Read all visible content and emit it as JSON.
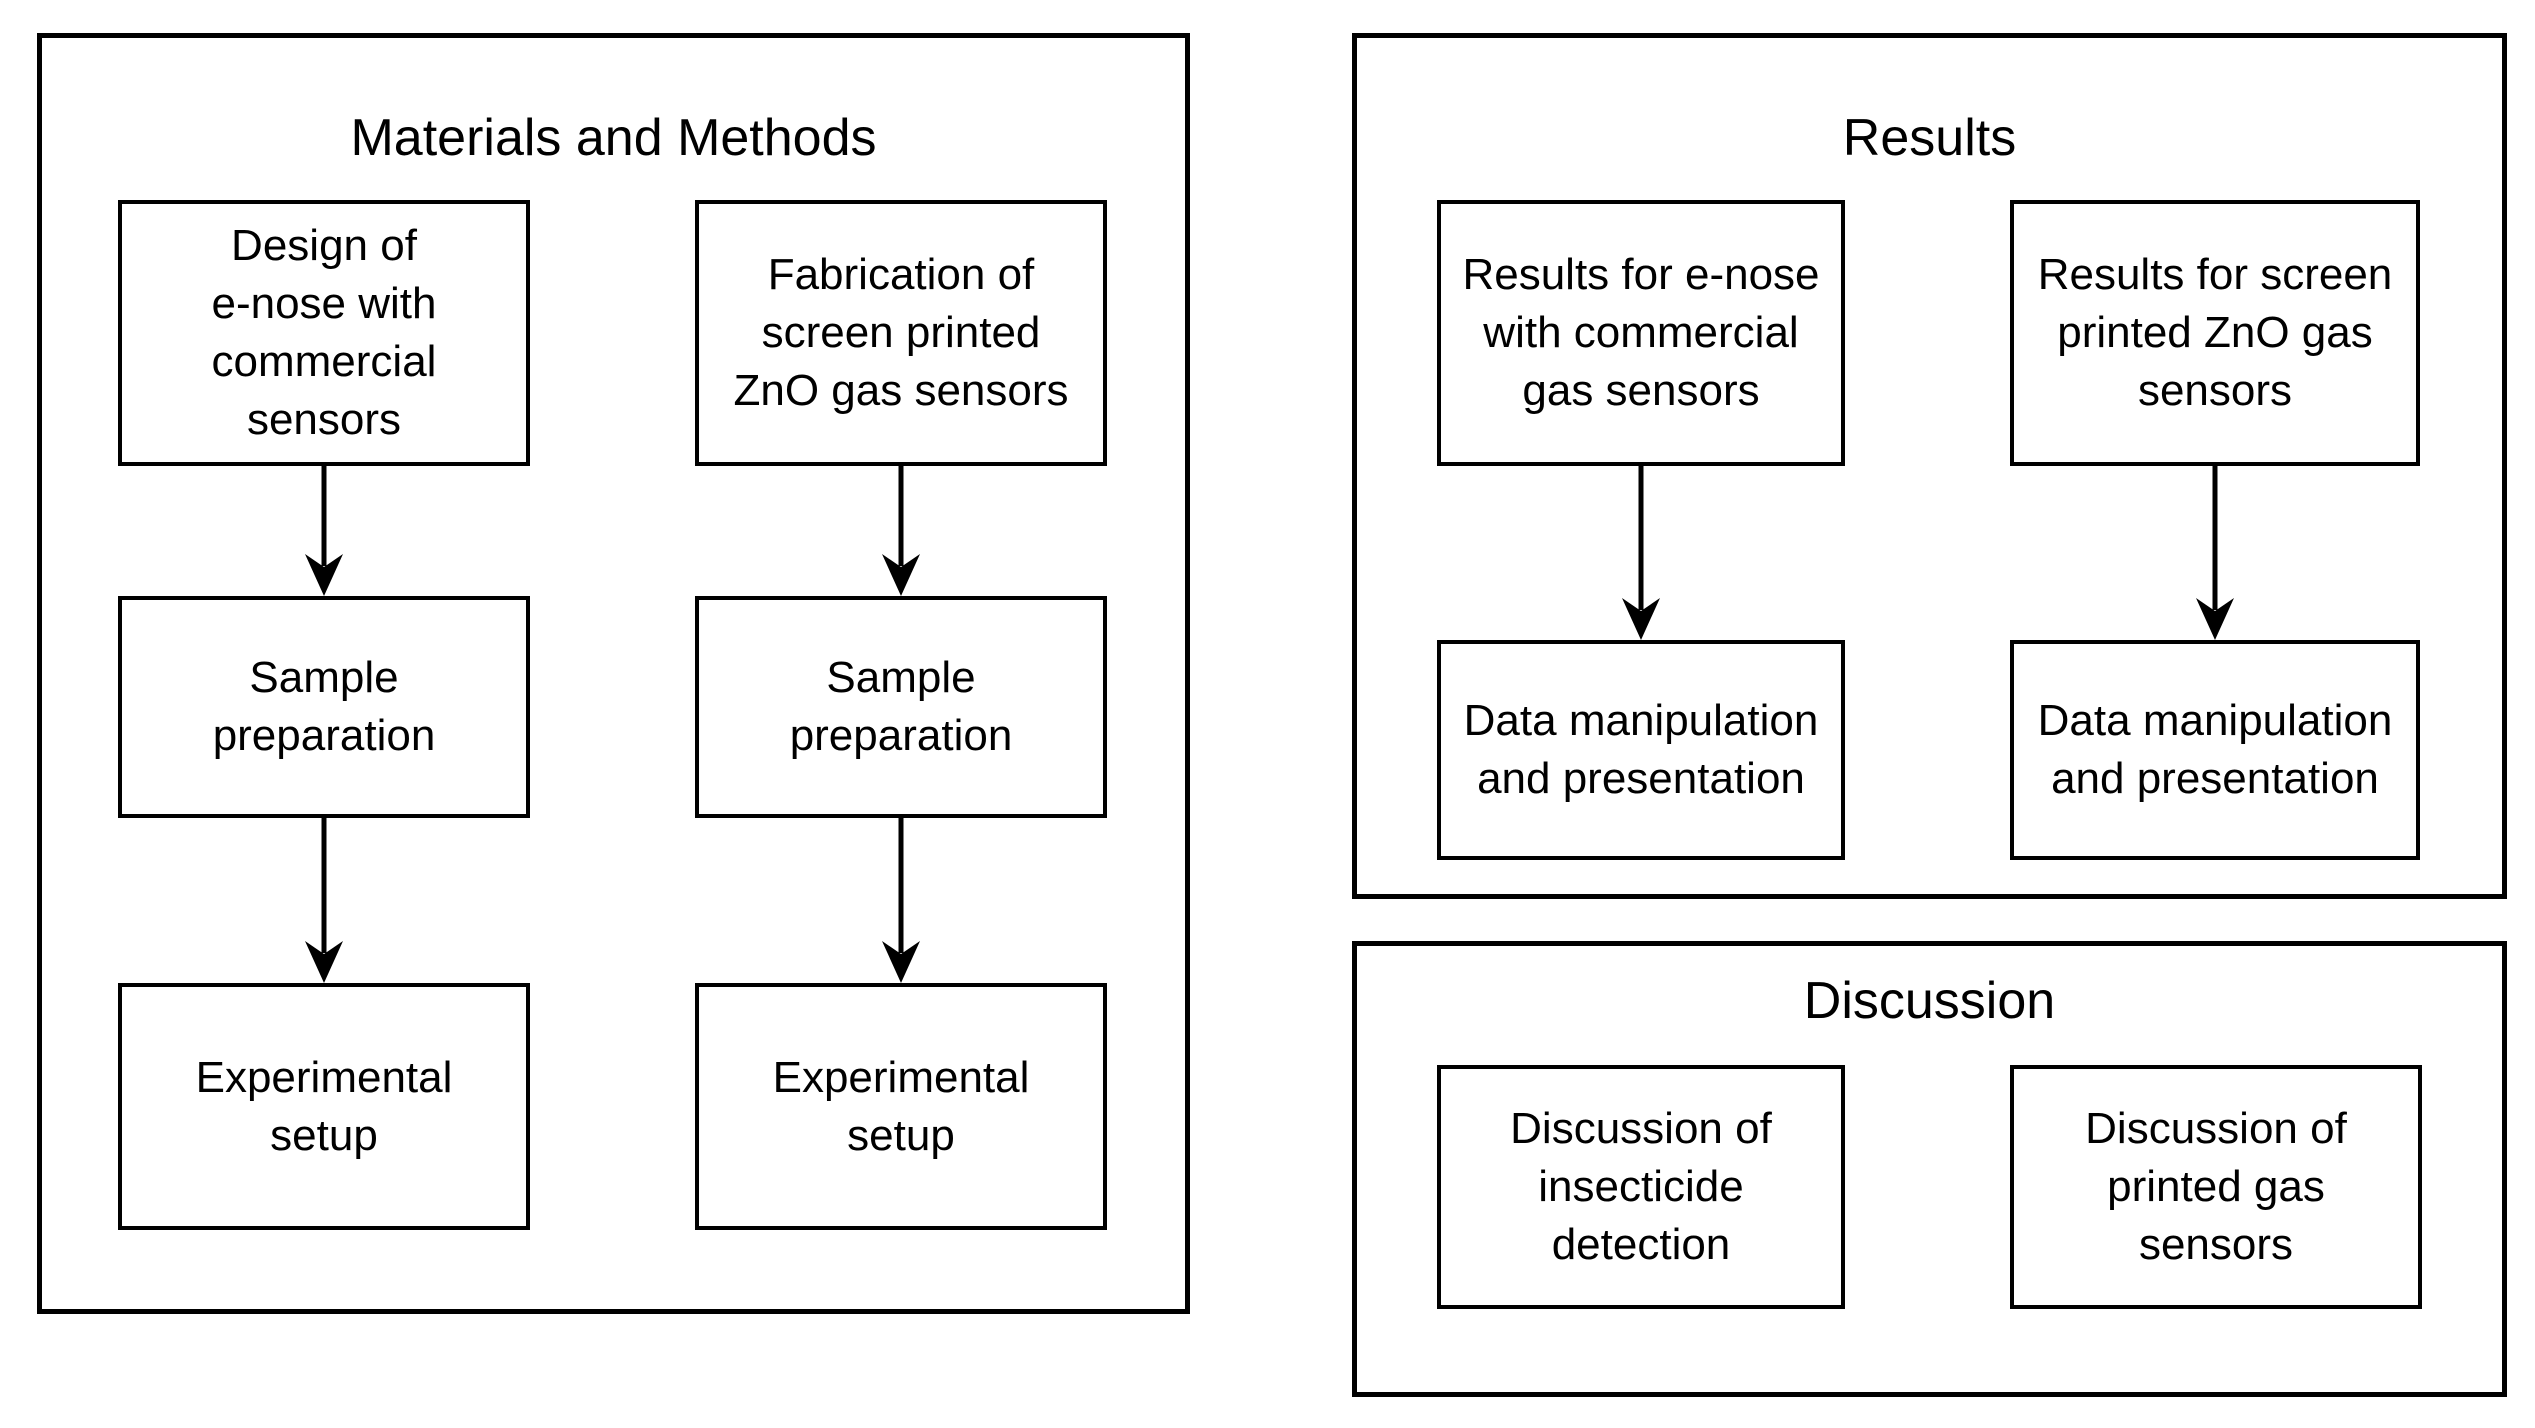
{
  "diagram": {
    "colors": {
      "stroke": "#000000",
      "background": "#FFFFFF",
      "text": "#000000"
    },
    "materials_and_methods": {
      "title": "Materials and Methods",
      "design_box": "Design of\ne-nose with\ncommercial\nsensors",
      "fabrication_box": "Fabrication of\nscreen printed\nZnO gas sensors",
      "sample_preparation_left": "Sample\npreparation",
      "sample_preparation_right": "Sample\npreparation",
      "experimental_setup_left": "Experimental\nsetup",
      "experimental_setup_right": "Experimental\nsetup"
    },
    "results": {
      "title": "Results",
      "enose_results_box": "Results for e-nose\nwith commercial\ngas sensors",
      "zno_results_box": "Results for screen\nprinted ZnO gas\nsensors",
      "data_manipulation_left": "Data manipulation\nand presentation",
      "data_manipulation_right": "Data manipulation\nand presentation"
    },
    "discussion": {
      "title": "Discussion",
      "insecticide_box": "Discussion of\ninsecticide\ndetection",
      "printed_sensors_box": "Discussion of\nprinted gas\nsensors"
    }
  }
}
